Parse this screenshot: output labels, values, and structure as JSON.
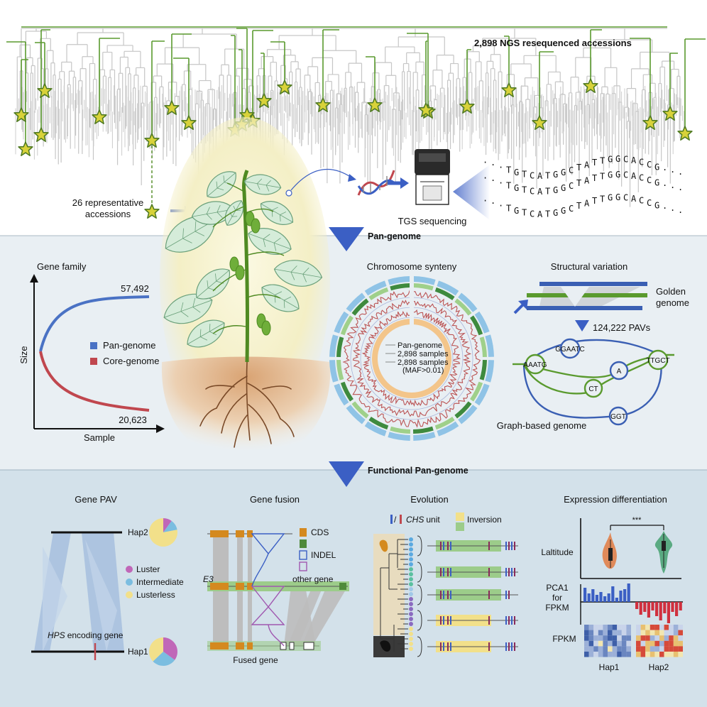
{
  "top": {
    "ngs_label": "2,898 NGS resequenced accessions",
    "representative_line1": "26 representative",
    "representative_line2": "accessions",
    "tgs_label": "TGS sequencing",
    "seq_rows": [
      [
        "·",
        "·",
        "·",
        "T",
        "G",
        "T",
        "C",
        "A",
        "T",
        "G",
        "G",
        "C",
        "T",
        "A",
        "T",
        "T",
        "G",
        "G",
        "C",
        "A",
        "C",
        "C",
        "G",
        "·",
        "·",
        "·"
      ],
      [
        "·",
        "·",
        "·",
        "T",
        "G",
        "T",
        "C",
        "A",
        "T",
        "G",
        "G",
        "C",
        "T",
        "A",
        "T",
        "T",
        "G",
        "G",
        "C",
        "A",
        "C",
        "C",
        "G",
        "·",
        "·",
        "·"
      ],
      [
        "·",
        "·",
        "·",
        "T",
        "G",
        "T",
        "C",
        "A",
        "T",
        "G",
        "G",
        "C",
        "T",
        "A",
        "T",
        "T",
        "G",
        "G",
        "C",
        "A",
        "C",
        "C",
        "G",
        "·",
        "·",
        "·"
      ]
    ]
  },
  "sections": {
    "pan_genome": "Pan-genome",
    "functional_pan_genome": "Functional Pan-genome"
  },
  "gene_family": {
    "title": "Gene family",
    "y_label": "Size",
    "x_label": "Sample",
    "pan_value": "57,492",
    "core_value": "20,623",
    "legend_pan": "Pan-genome",
    "legend_core": "Core-genome",
    "color_pan": "#4a72c4",
    "color_core": "#c0474e"
  },
  "synteny": {
    "title": "Chromosome synteny",
    "legend_1": "Pan-genome",
    "legend_2": "2,898 samples",
    "legend_3": "2,898 samples",
    "legend_4": "(MAF>0.01)"
  },
  "structural_variation": {
    "title": "Structural variation",
    "golden_1": "Golden",
    "golden_2": "genome",
    "pavs": "124,222 PAVs",
    "graph_label": "Graph-based genome",
    "nodes": {
      "aaatg": "AAATG",
      "ggaatc": "GGAATC",
      "ttgct": "TTGCT",
      "a": "A",
      "ct": "CT",
      "ggt": "GGT"
    },
    "color_blue": "#3a5fb3",
    "color_green": "#5a9a2e"
  },
  "gene_pav": {
    "title": "Gene PAV",
    "hap2": "Hap2",
    "hap1": "Hap1",
    "legend_luster": "Luster",
    "legend_intermediate": "Intermediate",
    "legend_lusterless": "Lusterless",
    "gene_italic": "HPS",
    "gene_rest": "encoding gene",
    "color_luster": "#c067b8",
    "color_intermediate": "#7bbde0",
    "color_lusterless": "#f2e08a"
  },
  "gene_fusion": {
    "title": "Gene fusion",
    "legend_cds": "CDS",
    "legend_indel": "INDEL",
    "e3": "E3",
    "other_gene": "other gene",
    "fused_gene": "Fused gene"
  },
  "evolution": {
    "title": "Evolution",
    "chs_italic": "CHS",
    "chs_rest": "unit",
    "inversion": "Inversion"
  },
  "expression": {
    "title": "Expression differentiation",
    "latitude": "Laltitude",
    "significance": "***",
    "pca_1": "PCA1",
    "pca_2": "for",
    "pca_3": "FPKM",
    "fpkm": "FPKM",
    "hap1": "Hap1",
    "hap2": "Hap2"
  }
}
